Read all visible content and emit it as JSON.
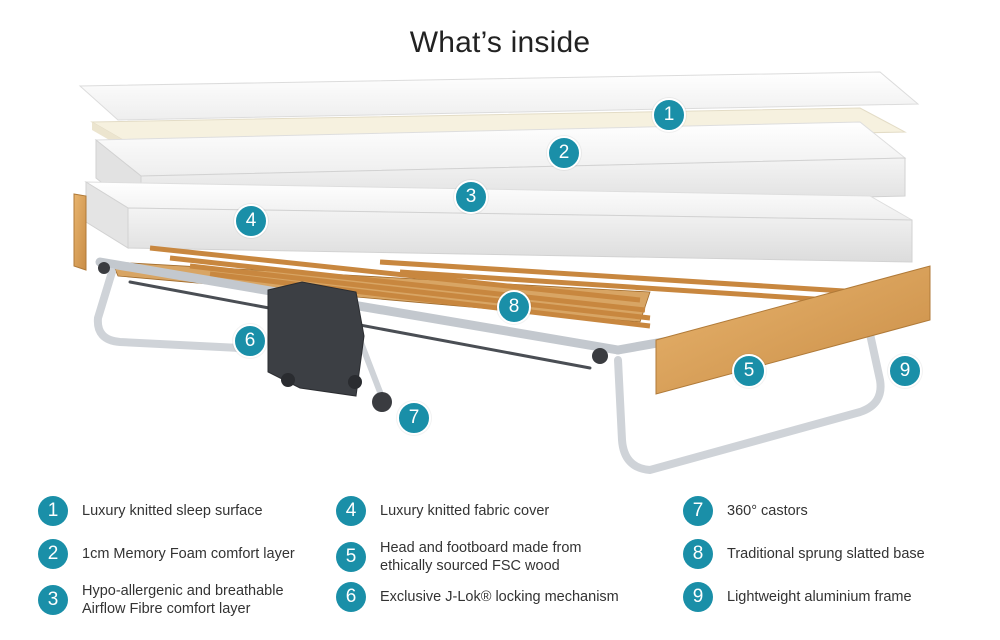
{
  "title": "What’s inside",
  "brand_color": "#1a8fa8",
  "markers": [
    "1",
    "2",
    "3",
    "4",
    "5",
    "6",
    "7",
    "8",
    "9"
  ],
  "legend": [
    {
      "num": "1",
      "text": "Luxury knitted sleep surface"
    },
    {
      "num": "2",
      "text": "1cm Memory Foam comfort layer"
    },
    {
      "num": "3",
      "text": "Hypo-allergenic and breathable\nAirflow Fibre comfort layer"
    },
    {
      "num": "4",
      "text": "Luxury knitted fabric cover"
    },
    {
      "num": "5",
      "text": "Head and footboard made from\nethically sourced FSC wood"
    },
    {
      "num": "6",
      "text": "Exclusive J-Lok® locking mechanism"
    },
    {
      "num": "7",
      "text": "360° castors"
    },
    {
      "num": "8",
      "text": "Traditional sprung slatted base"
    },
    {
      "num": "9",
      "text": "Lightweight aluminium frame"
    }
  ]
}
